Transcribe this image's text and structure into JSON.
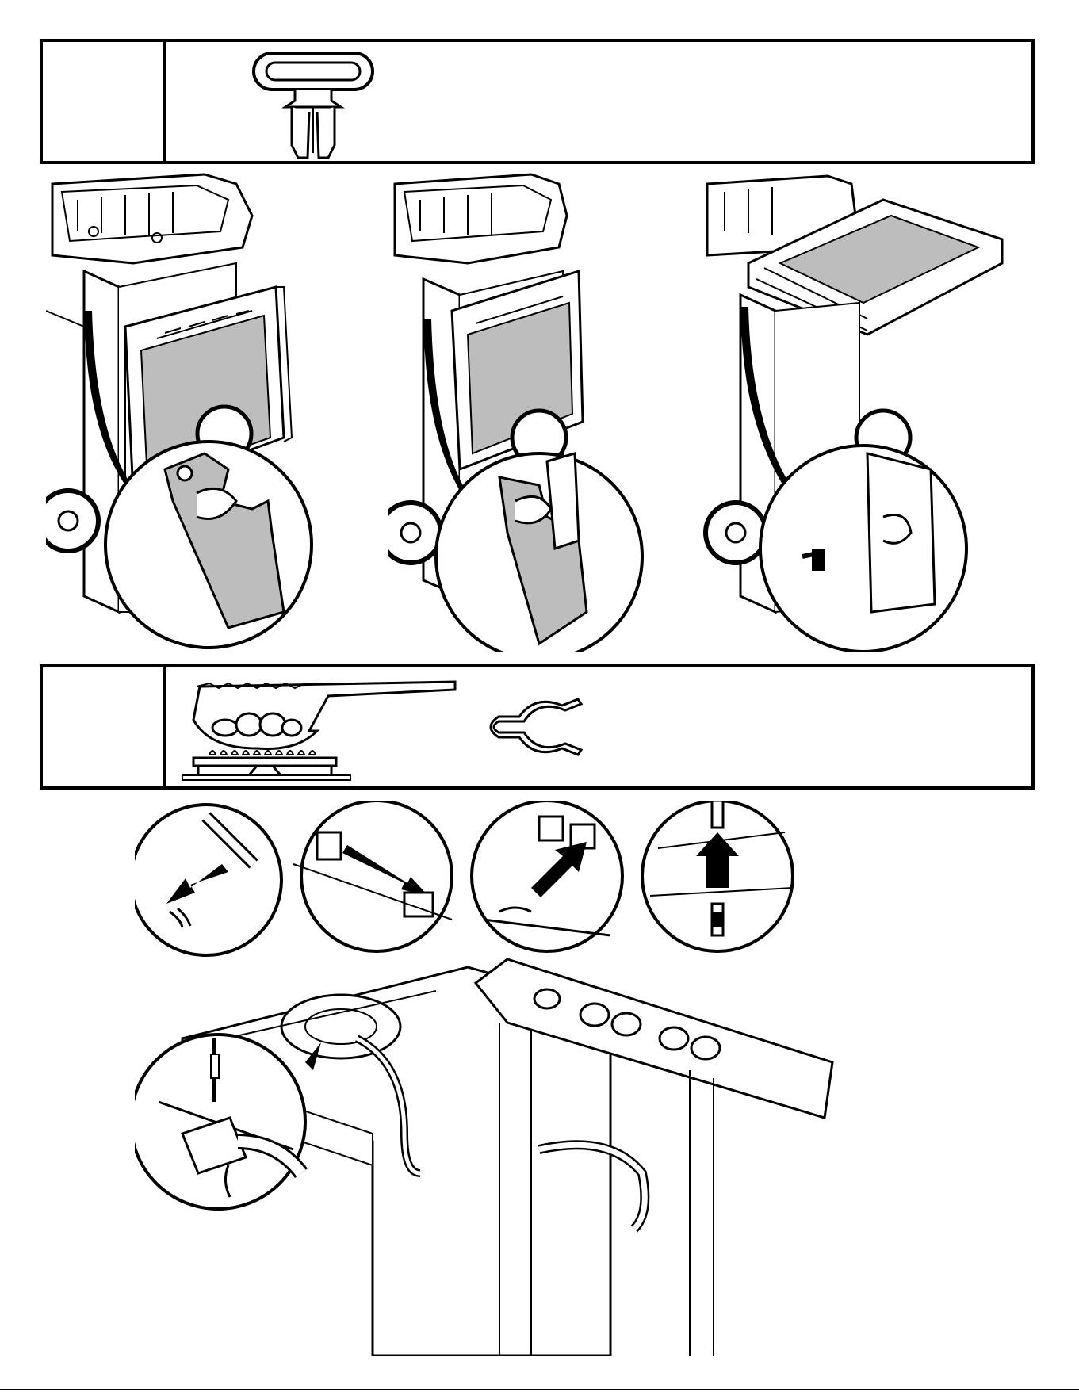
{
  "page": {
    "background": "#ffffff",
    "line_color": "#000000",
    "panel_fill": "#bdbdbd"
  },
  "step_boxes": [
    {
      "icons": [
        "retaining-clip-icon"
      ]
    },
    {
      "icons": [
        "burner-flame-diagram-icon",
        "hose-clip-icon"
      ]
    }
  ],
  "figures": [
    {
      "caption_icon": "side-shelf-hook-detail"
    },
    {
      "caption_icon": "side-shelf-seated-detail"
    },
    {
      "caption_icon": "side-shelf-installed-detail"
    },
    {
      "caption_icon": "side-burner-hose-connection"
    }
  ]
}
